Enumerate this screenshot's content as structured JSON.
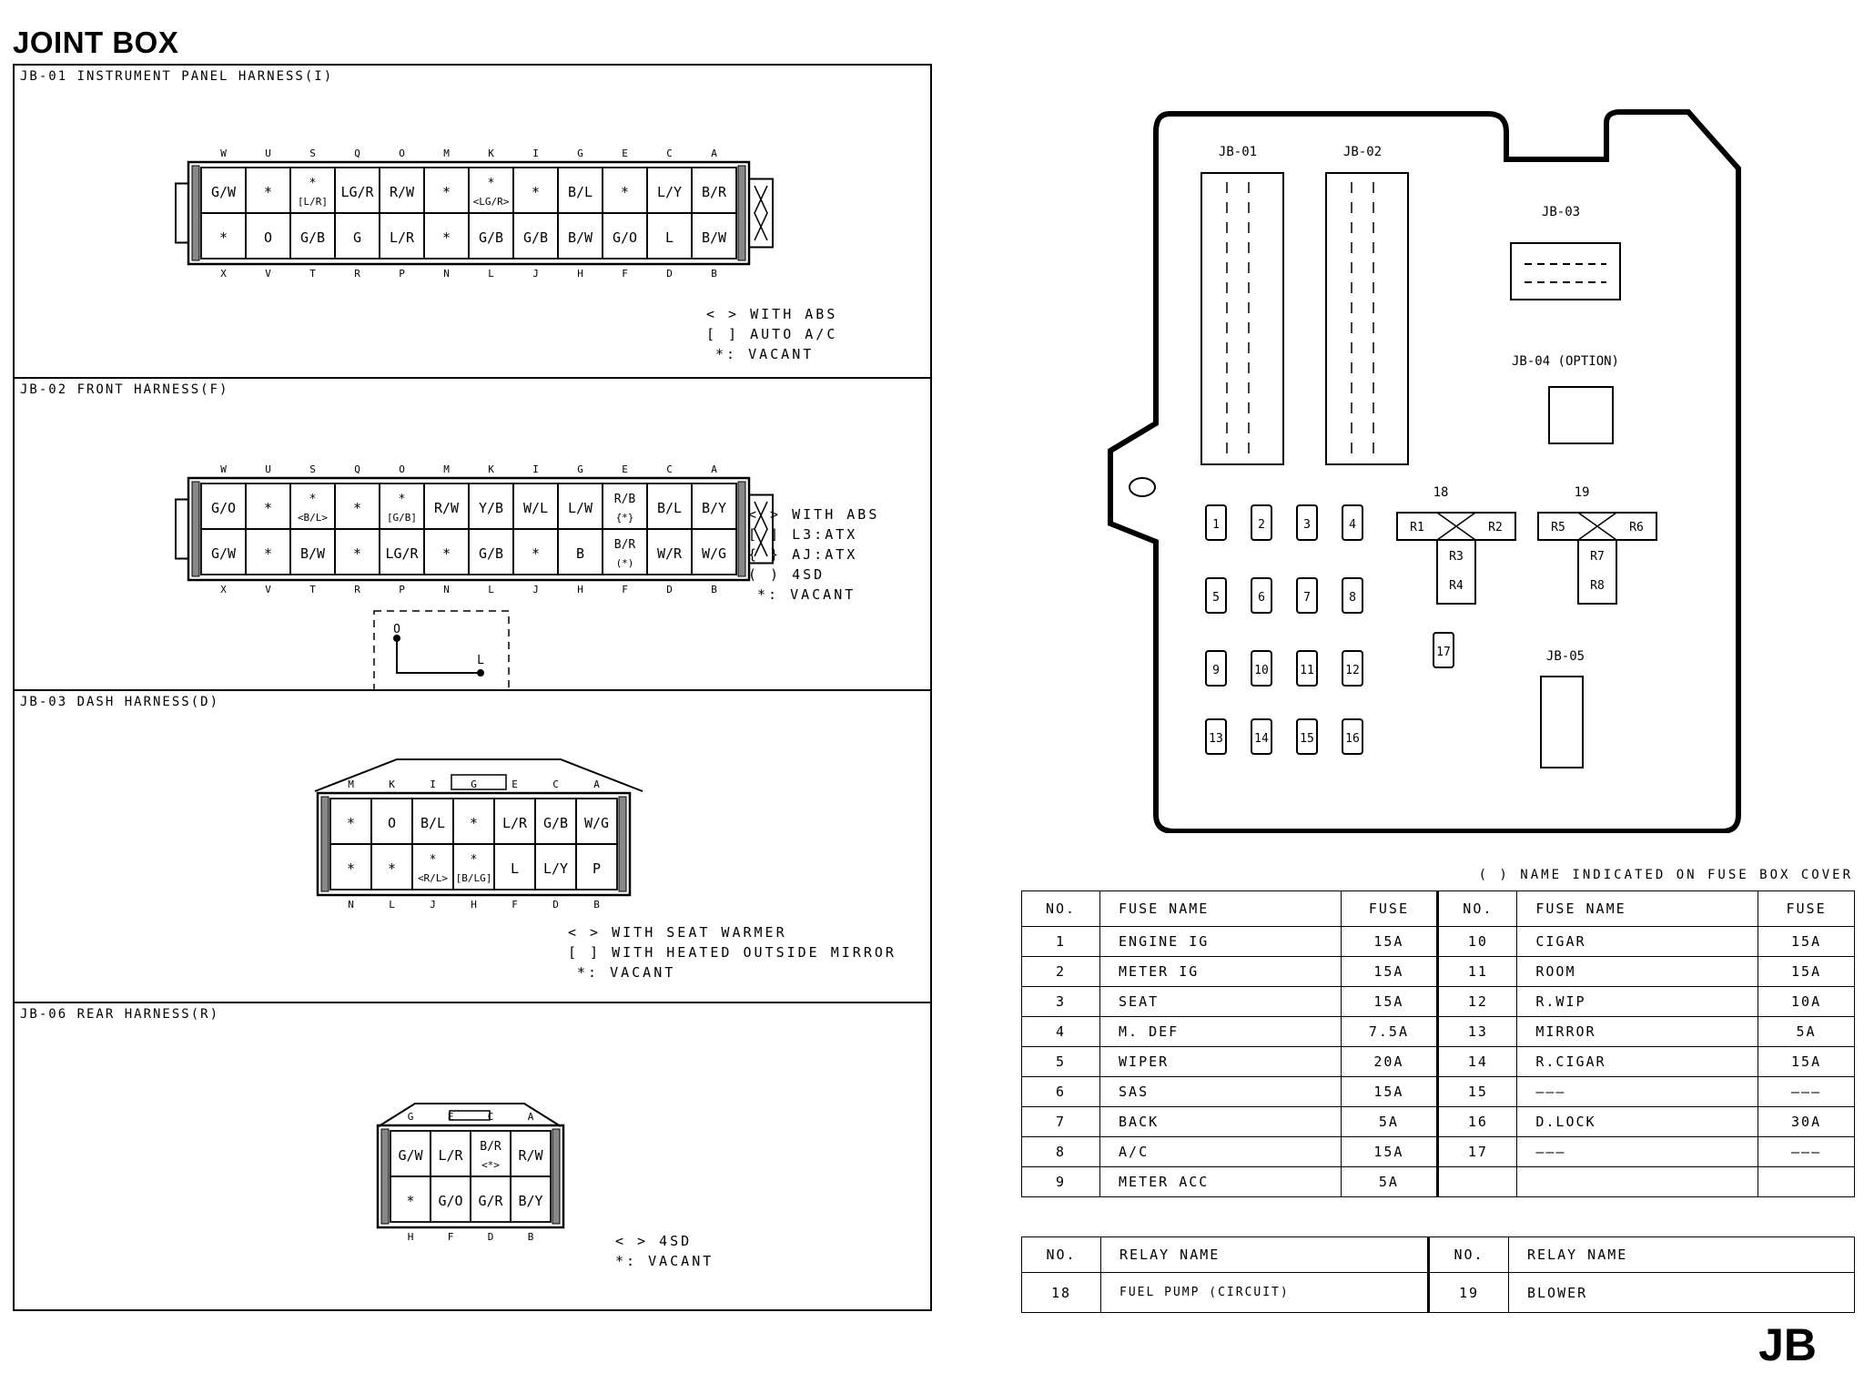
{
  "title": "JOINT BOX",
  "page_mark": "JB",
  "sections": [
    {
      "title": "JB-01 INSTRUMENT PANEL HARNESS(I)",
      "legend": [
        "< > WITH ABS",
        "[ ] AUTO A/C",
        "*: VACANT"
      ],
      "top_letters": [
        "W",
        "U",
        "S",
        "Q",
        "O",
        "M",
        "K",
        "I",
        "G",
        "E",
        "C",
        "A"
      ],
      "bottom_letters": [
        "X",
        "V",
        "T",
        "R",
        "P",
        "N",
        "L",
        "J",
        "H",
        "F",
        "D",
        "B"
      ],
      "top_row": [
        "G/W",
        "*",
        "*",
        "LG/R",
        "R/W",
        "*",
        "*",
        "*",
        "B/L",
        "*",
        "L/Y",
        "B/R"
      ],
      "top_sub": [
        "",
        "",
        "[L/R]",
        "",
        "",
        "",
        "<LG/R>",
        "",
        "",
        "",
        "",
        ""
      ],
      "bottom_row": [
        "*",
        "O",
        "G/B",
        "G",
        "L/R",
        "*",
        "G/B",
        "G/B",
        "B/W",
        "G/O",
        "L",
        "B/W"
      ]
    },
    {
      "title": "JB-02 FRONT HARNESS(F)",
      "legend": [
        "< > WITH ABS",
        "[ ] L3:ATX",
        "{ } AJ:ATX",
        "( ) 4SD",
        "*: VACANT"
      ],
      "top_letters": [
        "W",
        "U",
        "S",
        "Q",
        "O",
        "M",
        "K",
        "I",
        "G",
        "E",
        "C",
        "A"
      ],
      "bottom_letters": [
        "X",
        "V",
        "T",
        "R",
        "P",
        "N",
        "L",
        "J",
        "H",
        "F",
        "D",
        "B"
      ],
      "top_row": [
        "G/O",
        "*",
        "*",
        "*",
        "*",
        "R/W",
        "Y/B",
        "W/L",
        "L/W",
        "R/B",
        "B/L",
        "B/Y"
      ],
      "top_sub": [
        "",
        "",
        "<B/L>",
        "",
        "[G/B]",
        "",
        "",
        "",
        "",
        "{*}",
        "",
        ""
      ],
      "bottom_row": [
        "G/W",
        "*",
        "B/W",
        "*",
        "LG/R",
        "*",
        "G/B",
        "*",
        "B",
        "B/R",
        "W/R",
        "W/G"
      ],
      "bottom_sub": [
        "",
        "",
        "",
        "",
        "",
        "",
        "",
        "",
        "",
        "(*)",
        "",
        ""
      ],
      "inset_labels": [
        "O",
        "L",
        "L3:ATX"
      ]
    },
    {
      "title": "JB-03 DASH HARNESS(D)",
      "legend": [
        "< > WITH SEAT WARMER",
        "[ ] WITH HEATED OUTSIDE MIRROR",
        "*: VACANT"
      ],
      "top_letters": [
        "M",
        "K",
        "I",
        "G",
        "E",
        "C",
        "A"
      ],
      "bottom_letters": [
        "N",
        "L",
        "J",
        "H",
        "F",
        "D",
        "B"
      ],
      "top_row": [
        "*",
        "O",
        "B/L",
        "*",
        "L/R",
        "G/B",
        "W/G"
      ],
      "bottom_row": [
        "*",
        "*",
        "*",
        "*",
        "L",
        "L/Y",
        "P"
      ],
      "bottom_sub": [
        "",
        "",
        "<R/L>",
        "[B/LG]",
        "",
        "",
        ""
      ]
    },
    {
      "title": "JB-06 REAR HARNESS(R)",
      "legend": [
        "< > 4SD",
        "*: VACANT"
      ],
      "top_letters": [
        "G",
        "E",
        "C",
        "A"
      ],
      "bottom_letters": [
        "H",
        "F",
        "D",
        "B"
      ],
      "top_row": [
        "G/W",
        "L/R",
        "B/R",
        "R/W"
      ],
      "top_sub": [
        "",
        "",
        "<*>",
        ""
      ],
      "bottom_row": [
        "*",
        "G/O",
        "G/R",
        "B/Y"
      ]
    }
  ],
  "fuse_box": {
    "connectors": [
      "JB-01",
      "JB-02",
      "JB-03",
      "JB-04 (OPTION)",
      "JB-05"
    ],
    "fuses": [
      "1",
      "2",
      "3",
      "4",
      "5",
      "6",
      "7",
      "8",
      "9",
      "10",
      "11",
      "12",
      "13",
      "14",
      "15",
      "16",
      "17"
    ],
    "relay18": {
      "no": "18",
      "terminals": [
        "R1",
        "R2",
        "R3",
        "R4"
      ]
    },
    "relay19": {
      "no": "19",
      "terminals": [
        "R5",
        "R6",
        "R7",
        "R8"
      ]
    }
  },
  "fuse_note": "( ) NAME INDICATED ON FUSE BOX COVER",
  "fuse_table": {
    "headers": [
      "NO.",
      "FUSE NAME",
      "FUSE",
      "NO.",
      "FUSE NAME",
      "FUSE"
    ],
    "left": [
      [
        "1",
        "ENGINE IG",
        "15A"
      ],
      [
        "2",
        "METER IG",
        "15A"
      ],
      [
        "3",
        "SEAT",
        "15A"
      ],
      [
        "4",
        "M. DEF",
        "7.5A"
      ],
      [
        "5",
        "WIPER",
        "20A"
      ],
      [
        "6",
        "SAS",
        "15A"
      ],
      [
        "7",
        "BACK",
        "5A"
      ],
      [
        "8",
        "A/C",
        "15A"
      ],
      [
        "9",
        "METER ACC",
        "5A"
      ]
    ],
    "right": [
      [
        "10",
        "CIGAR",
        "15A"
      ],
      [
        "11",
        "ROOM",
        "15A"
      ],
      [
        "12",
        "R.WIP",
        "10A"
      ],
      [
        "13",
        "MIRROR",
        "5A"
      ],
      [
        "14",
        "R.CIGAR",
        "15A"
      ],
      [
        "15",
        "———",
        "———"
      ],
      [
        "16",
        "D.LOCK",
        "30A"
      ],
      [
        "17",
        "———",
        "———"
      ],
      [
        "",
        "",
        ""
      ]
    ]
  },
  "relay_table": {
    "headers": [
      "NO.",
      "RELAY NAME",
      "NO.",
      "RELAY NAME"
    ],
    "rows": [
      [
        "18",
        "FUEL PUMP (CIRCUIT)",
        "19",
        "BLOWER"
      ]
    ]
  }
}
